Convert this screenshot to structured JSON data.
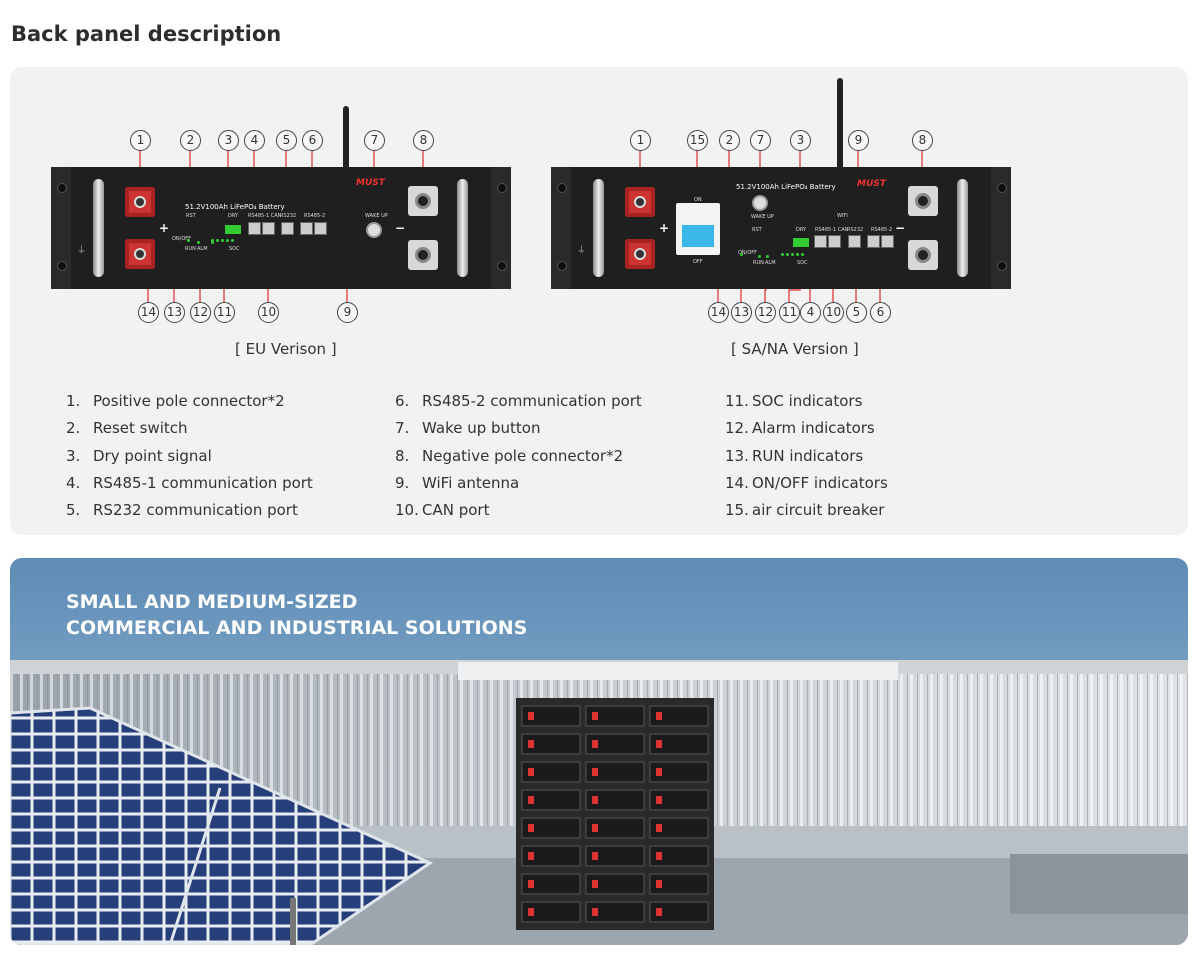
{
  "page_title": "Back panel description",
  "versions": {
    "eu": {
      "label": "[ EU Verison ]",
      "battery_text": "51.2V100Ah LiFePO₄ Battery",
      "brand": "MUST",
      "labels": {
        "rst": "RST",
        "dry": "DRY",
        "rs485_1_can": "RS485-1  CAN",
        "rs232": "RS232",
        "rs485_2": "RS485-2",
        "wake_up": "WAKE UP",
        "onoff": "ON/OFF",
        "run": "RUN",
        "alm": "ALM",
        "soc": "SOC"
      },
      "callouts_top": [
        "1",
        "2",
        "3",
        "4",
        "5",
        "6",
        "7",
        "8"
      ],
      "callouts_bottom": [
        "14",
        "13",
        "12",
        "11",
        "10",
        "9"
      ]
    },
    "sa": {
      "label": "[ SA/NA Version ]",
      "battery_text": "51.2V100Ah LiFePO₄ Battery",
      "brand": "MUST",
      "labels": {
        "on": "ON",
        "off": "OFF",
        "wake_up": "WAKE UP",
        "rst": "RST",
        "dry": "DRY",
        "rs485_1_can": "RS485-1  CAN",
        "rs232": "RS232",
        "rs485_2": "RS485-2",
        "wifi": "WIFI",
        "onoff": "ON/OFF",
        "run": "RUN",
        "alm": "ALM",
        "soc": "SOC"
      },
      "callouts_top": [
        "1",
        "15",
        "2",
        "7",
        "3",
        "9",
        "8"
      ],
      "callouts_bottom": [
        "14",
        "13",
        "12",
        "11",
        "4",
        "10",
        "5",
        "6"
      ]
    }
  },
  "legend": {
    "col1": [
      {
        "num": "1.",
        "text": "Positive pole connector*2"
      },
      {
        "num": "2.",
        "text": "Reset switch"
      },
      {
        "num": "3.",
        "text": "Dry point signal"
      },
      {
        "num": "4.",
        "text": "RS485-1 communication port"
      },
      {
        "num": "5.",
        "text": "RS232 communication port"
      }
    ],
    "col2": [
      {
        "num": "6.",
        "text": "RS485-2 communication port"
      },
      {
        "num": "7.",
        "text": "Wake up button"
      },
      {
        "num": "8.",
        "text": "Negative pole connector*2"
      },
      {
        "num": "9.",
        "text": "WiFi antenna"
      },
      {
        "num": "10.",
        "text": "CAN port"
      }
    ],
    "col3": [
      {
        "num": "11.",
        "text": "SOC indicators"
      },
      {
        "num": "12.",
        "text": "Alarm indicators"
      },
      {
        "num": "13.",
        "text": "RUN indicators"
      },
      {
        "num": "14.",
        "text": "ON/OFF indicators"
      },
      {
        "num": "15.",
        "text": "air circuit breaker"
      }
    ]
  },
  "solution": {
    "title_line1": "SMALL AND MEDIUM-SIZED",
    "title_line2": "COMMERCIAL AND INDUSTRIAL SOLUTIONS"
  },
  "colors": {
    "accent_red": "#e02a2a",
    "breaker_blue": "#39b7e8",
    "card_bg": "#f2f2f2"
  }
}
